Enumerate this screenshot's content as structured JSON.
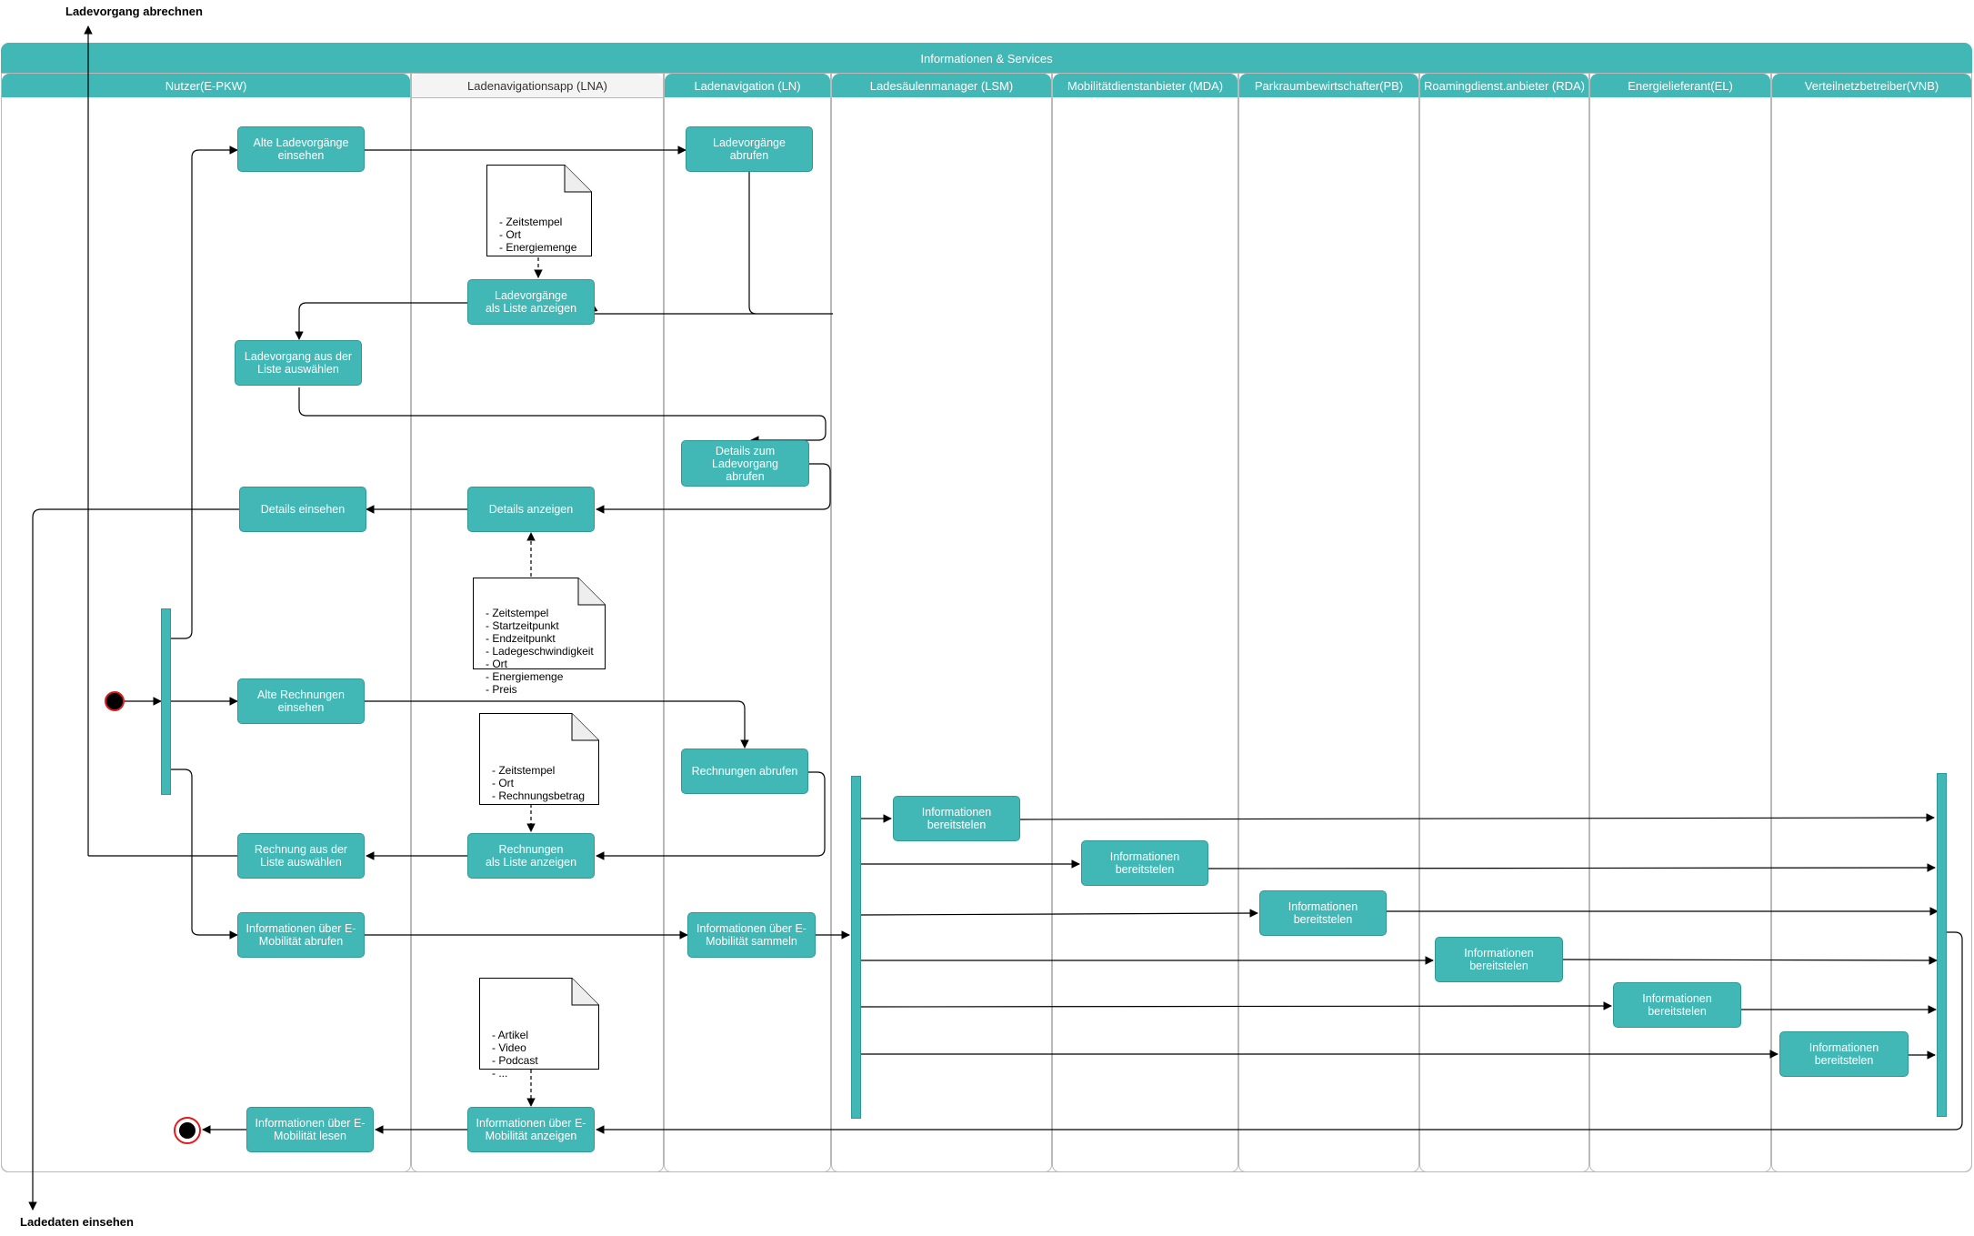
{
  "labels": {
    "top_exit": "Ladevorgang abrechnen",
    "bottom_exit": "Ladedaten einsehen"
  },
  "pool": {
    "title": "Informationen & Services"
  },
  "lanes": [
    "Nutzer(E-PKW)",
    "Ladenavigationsapp (LNA)",
    "Ladenavigation (LN)",
    "Ladesäulenmanager (LSM)",
    "Mobilitätdienstanbieter (MDA)",
    "Parkraumbewirtschafter(PB)",
    "Roamingdienst.anbieter (RDA)",
    "Energielieferant(EL)",
    "Verteilnetzbetreiber(VNB)"
  ],
  "activities": {
    "alte_ladevorgaenge_einsehen": "Alte Ladevorgänge\neinsehen",
    "ladevorgaenge_abrufen": "Ladevorgänge\nabrufen",
    "ladevorgaenge_liste": "Ladevorgänge\nals Liste anzeigen",
    "ladevorgang_auswaehlen": "Ladevorgang aus der\nListe auswählen",
    "details_abrufen": "Details zum\nLadevorgang\nabrufen",
    "details_einsehen": "Details einsehen",
    "details_anzeigen": "Details anzeigen",
    "alte_rechnungen_einsehen": "Alte Rechnungen\neinsehen",
    "rechnungen_abrufen": "Rechnungen abrufen",
    "rechnung_auswaehlen": "Rechnung aus der\nListe auswählen",
    "rechnungen_liste": "Rechnungen\nals Liste anzeigen",
    "info_abrufen": "Informationen über E-\nMobilität abrufen",
    "info_sammeln": "Informationen über E-\nMobilität sammeln",
    "info_anzeigen": "Informationen über E-\nMobilität anzeigen",
    "info_lesen": "Informationen über E-\nMobilität lesen",
    "bereitstellen_mda": "Informationen\nbereitstelen",
    "bereitstellen_pb": "Informationen\nbereitstelen",
    "bereitstellen_rda": "Informationen\nbereitstelen",
    "bereitstellen_el": "Informationen\nbereitstelen",
    "bereitstellen_vnb": "Informationen\nbereitstelen",
    "bereitstellen_vnb2": "Informationen\nbereitstelen"
  },
  "notes": {
    "ladevorgaenge": "- Zeitstempel\n- Ort\n- Energiemenge",
    "details": "- Zeitstempel\n- Startzeitpunkt\n- Endzeitpunkt\n- Ladegeschwindigkeit\n- Ort\n- Energiemenge\n- Preis",
    "rechnungen": "- Zeitstempel\n- Ort\n- Rechnungsbetrag",
    "info": "- Artikel\n- Video\n- Podcast\n- ..."
  },
  "colors": {
    "accent": "#42b8b6",
    "accent_border": "#2f9796",
    "lane_border": "#b9b9b9",
    "start_end_ring": "#e01b1b"
  }
}
